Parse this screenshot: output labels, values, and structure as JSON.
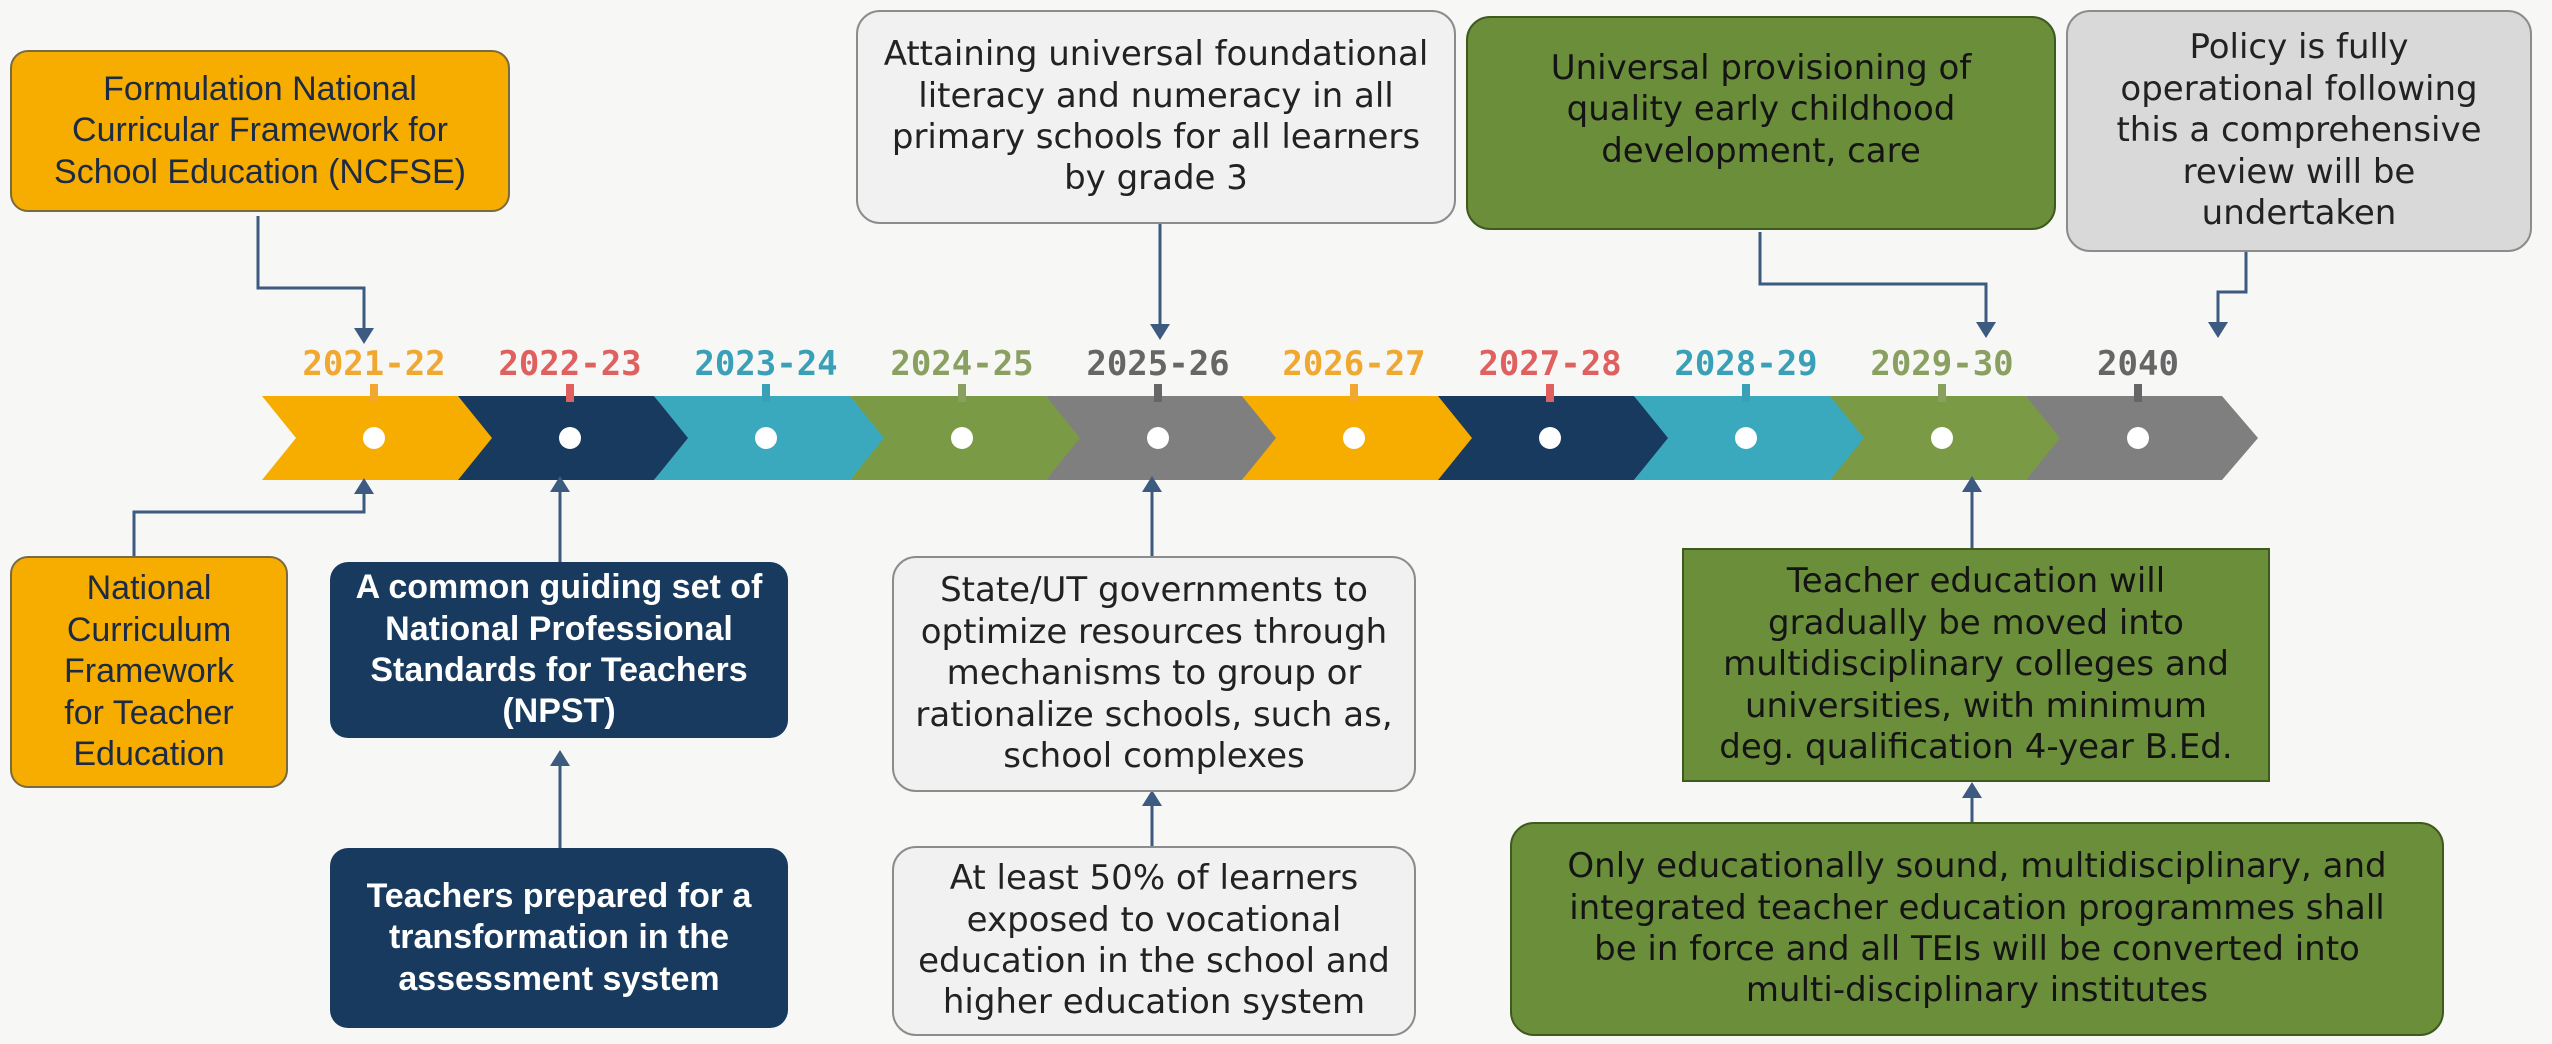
{
  "timeline": {
    "years": [
      {
        "label": "2021-22",
        "color": "#f6ad00",
        "text_color": "#f0a830"
      },
      {
        "label": "2022-23",
        "color": "#173a5e",
        "text_color": "#e06060"
      },
      {
        "label": "2023-24",
        "color": "#3aa9bd",
        "text_color": "#3aa0b8"
      },
      {
        "label": "2024-25",
        "color": "#7a9a45",
        "text_color": "#8aa060"
      },
      {
        "label": "2025-26",
        "color": "#7f7f7f",
        "text_color": "#666666"
      },
      {
        "label": "2026-27",
        "color": "#f6ad00",
        "text_color": "#f0a830"
      },
      {
        "label": "2027-28",
        "color": "#173a5e",
        "text_color": "#e06060"
      },
      {
        "label": "2028-29",
        "color": "#3aa9bd",
        "text_color": "#3aa0b8"
      },
      {
        "label": "2029-30",
        "color": "#7a9a45",
        "text_color": "#8aa060"
      },
      {
        "label": "2040",
        "color": "#7f7f7f",
        "text_color": "#666666"
      }
    ]
  },
  "boxes": {
    "ncfse": "Formulation National\nCurricular Framework for\nSchool Education (NCFSE)",
    "literacy": "Attaining universal foundational\nliteracy and numeracy in all\nprimary schools for all learners\nby grade 3",
    "ecce": "Universal provisioning of\nquality early childhood\ndevelopment, care",
    "policy": "Policy is fully\noperational following\nthis a comprehensive\nreview will be\nundertaken",
    "ncfte": "National\nCurriculum\nFramework\nfor Teacher\nEducation",
    "npst": "A common guiding set of\nNational Professional\nStandards for Teachers\n(NPST)",
    "assessment": "Teachers prepared for a\ntransformation in the\nassessment system",
    "complexes": "State/UT governments to\noptimize resources through\nmechanisms to group or\nrationalize schools, such as,\nschool complexes",
    "vocational": "At least 50% of learners\nexposed to vocational\neducation in the school and\nhigher education system",
    "teacher_ed": "Teacher education will\ngradually be moved into\nmultidisciplinary colleges and\nuniversities, with minimum\ndeg. qualification 4-year B.Ed.",
    "tei": "Only educationally sound, multidisciplinary, and\nintegrated teacher education programmes shall\nbe in force and all TEIs will be converted into\nmulti-disciplinary institutes"
  },
  "colors": {
    "arrow": "#3d5a80",
    "dot": "#ffffff"
  }
}
